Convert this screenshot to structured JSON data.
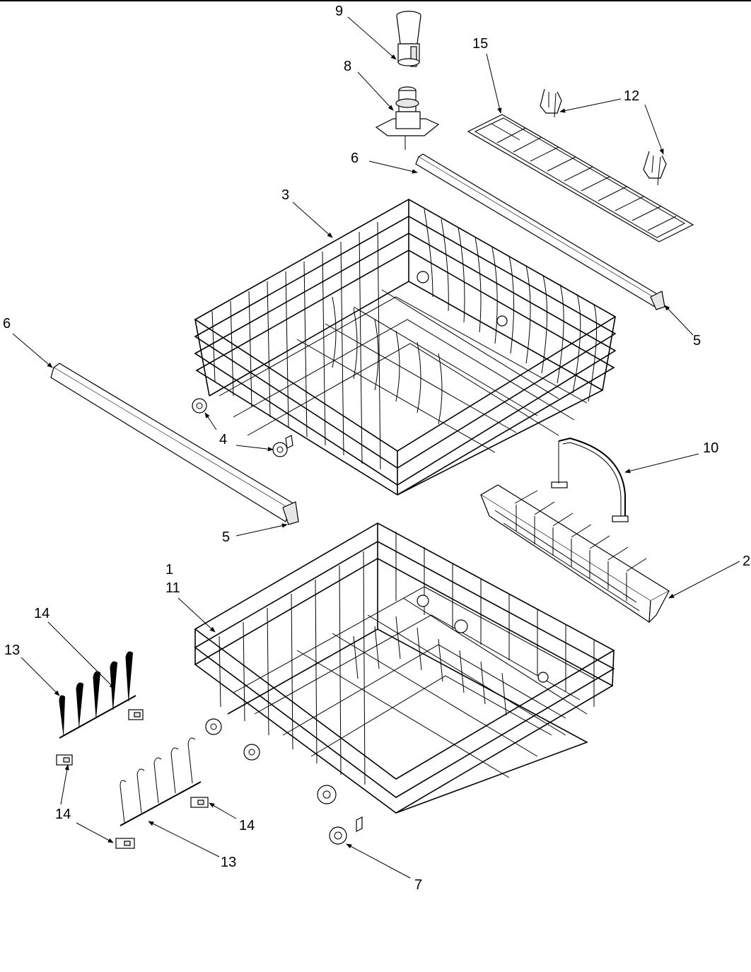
{
  "callouts": {
    "c1": "1",
    "c11": "11",
    "c2": "2",
    "c3": "3",
    "c4": "4",
    "c5a": "5",
    "c5b": "5",
    "c6a": "6",
    "c6b": "6",
    "c7": "7",
    "c8": "8",
    "c9": "9",
    "c10": "10",
    "c12": "12",
    "c13a": "13",
    "c13b": "13",
    "c14a": "14",
    "c14b": "14",
    "c14c": "14",
    "c15": "15"
  }
}
